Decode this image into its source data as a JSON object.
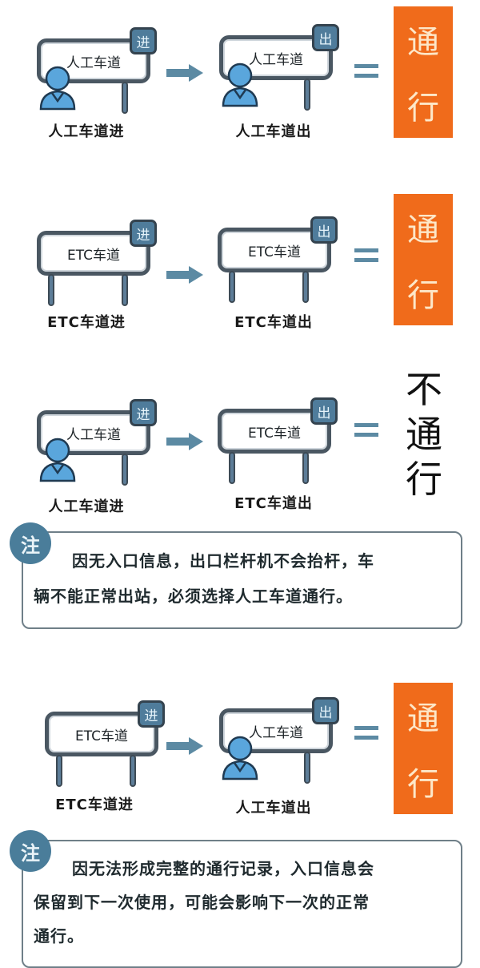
{
  "colors": {
    "sign_frame": "#4a5762",
    "badge_fill": "#4f7c9b",
    "person_fill": "#5aa6dc",
    "arrow": "#5c8aa3",
    "pass_block": "#f06b1b",
    "pass_text": "#fde7c8",
    "note_border": "#6f7f88",
    "note_icon": "#4a7d9a"
  },
  "rows": [
    {
      "entry": {
        "sign_text": "人工车道",
        "badge": "进",
        "caption": "人工车道进",
        "has_person": true
      },
      "exit": {
        "sign_text": "人工车道",
        "badge": "出",
        "caption": "人工车道出",
        "has_person": true
      },
      "equals": "=",
      "result": {
        "line1": "通",
        "line2": "行",
        "style": "pass"
      }
    },
    {
      "entry": {
        "sign_text": "ETC车道",
        "badge": "进",
        "caption": "ETC车道进",
        "has_person": false
      },
      "exit": {
        "sign_text": "ETC车道",
        "badge": "出",
        "caption": "ETC车道出",
        "has_person": false
      },
      "equals": "=",
      "result": {
        "line1": "通",
        "line2": "行",
        "style": "pass"
      }
    },
    {
      "entry": {
        "sign_text": "人工车道",
        "badge": "进",
        "caption": "人工车道进",
        "has_person": true
      },
      "exit": {
        "sign_text": "ETC车道",
        "badge": "出",
        "caption": "ETC车道出",
        "has_person": false
      },
      "equals": "=",
      "result": {
        "line0": "不",
        "line1": "通",
        "line2": "行",
        "style": "no-pass"
      }
    },
    {
      "entry": {
        "sign_text": "ETC车道",
        "badge": "进",
        "caption": "ETC车道进",
        "has_person": false
      },
      "exit": {
        "sign_text": "人工车道",
        "badge": "出",
        "caption": "人工车道出",
        "has_person": true
      },
      "equals": "=",
      "result": {
        "line1": "通",
        "line2": "行",
        "style": "pass"
      }
    }
  ],
  "notes": [
    {
      "icon": "注",
      "line1": "因无入口信息，出口栏杆机不会抬杆，车",
      "line2": "辆不能正常出站，必须选择人工车道通行。"
    },
    {
      "icon": "注",
      "line1": "因无法形成完整的通行记录，入口信息会",
      "line2": "保留到下一次使用，可能会影响下一次的正常",
      "line3": "通行。"
    }
  ]
}
